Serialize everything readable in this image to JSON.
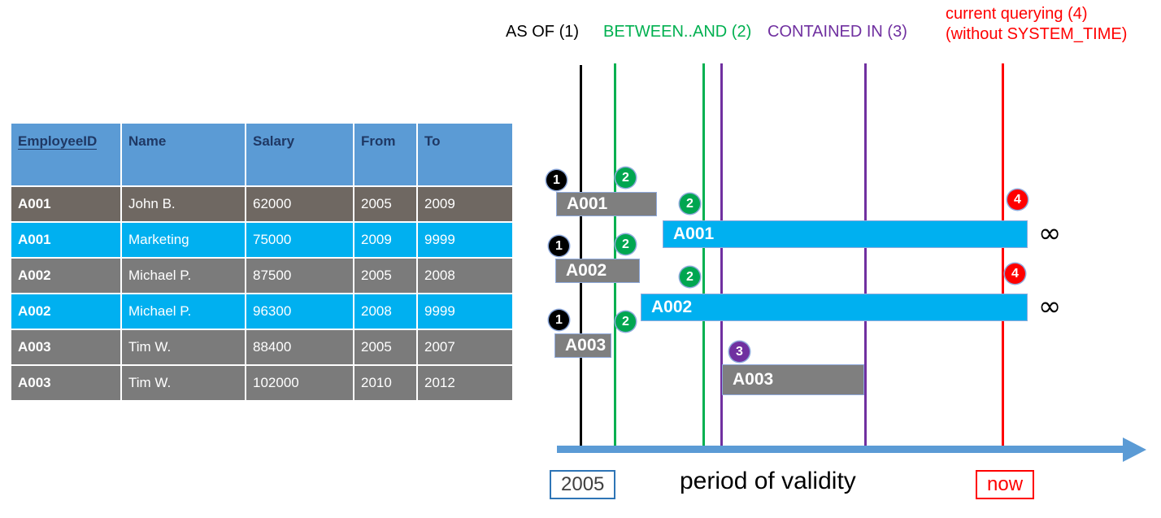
{
  "table": {
    "columns": [
      "EmployeeID",
      "Name",
      "Salary",
      "From",
      "To"
    ],
    "rows": [
      {
        "style": "grey dark",
        "cells": [
          "A001",
          "John  B.",
          "62000",
          "2005",
          "2009"
        ]
      },
      {
        "style": "cyan",
        "cells": [
          "A001",
          "Marketing",
          "75000",
          "2009",
          "9999"
        ]
      },
      {
        "style": "grey",
        "cells": [
          "A002",
          "Michael P.",
          "87500",
          "2005",
          "2008"
        ]
      },
      {
        "style": "cyan",
        "cells": [
          "A002",
          "Michael P.",
          "96300",
          "2008",
          "9999"
        ]
      },
      {
        "style": "grey",
        "cells": [
          "A003",
          "Tim W.",
          "88400",
          "2005",
          "2007"
        ]
      },
      {
        "style": "grey",
        "cells": [
          "A003",
          "Tim W.",
          "102000",
          "2010",
          "2012"
        ]
      }
    ]
  },
  "legend": {
    "as_of": "AS OF (1)",
    "between_and": "BETWEEN..AND (2)",
    "contained_in": "CONTAINED IN (3)",
    "current_line1": "current querying (4)",
    "current_line2": "(without SYSTEM_TIME)"
  },
  "colors": {
    "as_of": "#000000",
    "between_and": "#00b050",
    "contained_in": "#7030a0",
    "current": "#ff0000",
    "axis": "#5b9bd5",
    "bar_grey": "#7f7f7f",
    "bar_cyan": "#00b0f0",
    "header_blue": "#5b9bd5"
  },
  "diagram": {
    "bars": [
      {
        "label": "A001",
        "kind": "grey"
      },
      {
        "label": "A001",
        "kind": "cyan"
      },
      {
        "label": "A002",
        "kind": "grey"
      },
      {
        "label": "A002",
        "kind": "cyan"
      },
      {
        "label": "A003",
        "kind": "grey"
      },
      {
        "label": "A003",
        "kind": "grey"
      }
    ],
    "badges": [
      "1",
      "2",
      "2",
      "1",
      "2",
      "2",
      "1",
      "2",
      "3",
      "4",
      "4"
    ],
    "infinity": "∞",
    "axis_title": "period of validity",
    "start_label": "2005",
    "end_label": "now"
  }
}
